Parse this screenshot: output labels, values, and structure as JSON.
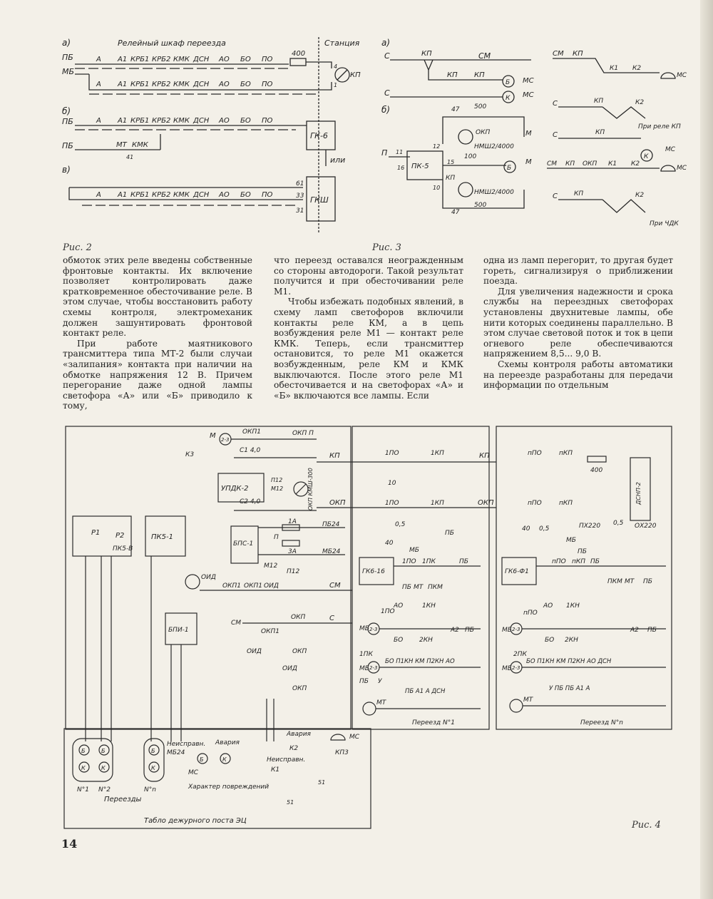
{
  "fig2": {
    "caption": "Рис. 2",
    "sub_a": "а)",
    "sub_b": "б)",
    "sub_v": "в)",
    "header_cabinet": "Релейный шкаф переезда",
    "header_station": "Станция",
    "bus_pb": "ПБ",
    "bus_mb": "МБ",
    "row_labels": [
      "А",
      "А1",
      "КРБ1",
      "КРБ2",
      "КМК",
      "ДСН",
      "АО",
      "БО",
      "ПО"
    ],
    "resistor": "400",
    "coil": "КП",
    "pin4": "4",
    "pin1": "1",
    "pb_b1": "ПБ",
    "pb_b2": "ПБ",
    "mt": "МТ",
    "kmk": "КМК",
    "pin41": "41",
    "gk6": "ГК-6",
    "ili": "или",
    "gksh": "ГКШ",
    "p61": "61",
    "p33": "33",
    "p31": "31"
  },
  "fig3": {
    "caption": "Рис. 3",
    "sub_a": "а)",
    "sub_b": "б)",
    "c1": "С",
    "kp1": "КП",
    "sm1": "СМ",
    "c2": "С",
    "kp2": "КП",
    "kp3": "КП",
    "b": "Б",
    "k": "К",
    "ms1": "МС",
    "ms2": "МС",
    "v47a": "47",
    "v500a": "500",
    "okp": "ОКП",
    "m1": "М",
    "nmsh1": "НМШ2/4000",
    "p": "П",
    "n11": "11",
    "n12": "12",
    "n16": "16",
    "pk5": "ПК-5",
    "n15": "15",
    "v100": "100",
    "n10": "10",
    "kp4": "КП",
    "m2": "М",
    "nmsh2": "НМШ2/4000",
    "v47b": "47",
    "v500b": "500",
    "r_sm": "СМ",
    "r_kp": "КП",
    "r_k1": "К1",
    "r_k2": "К2",
    "r_ms": "МС",
    "r_c": "С",
    "r_kp2": "КП",
    "r_k2b": "К2",
    "note_kp": "При реле КП",
    "r_c2": "С",
    "r_kp3": "КП",
    "r_k": "К",
    "r_ms2": "МС",
    "r_sm2": "СМ",
    "r_kp4": "КП",
    "r_okp": "ОКП",
    "r_k1b": "К1",
    "r_k2c": "К2",
    "r_ms3": "МС",
    "r_c3": "С",
    "r_kp5": "КП",
    "r_k2d": "К2",
    "note_chdk": "При ЧДК"
  },
  "text": {
    "col1": [
      "обмоток этих реле введены собственные фронтовые контакты. Их включение позволяет контролировать даже кратковременное обесточивание реле. В этом случае, чтобы восстановить работу схемы контроля, электромеханик должен зашунтировать фронтовой контакт реле.",
      "При работе маятникового трансмиттера типа МТ-2 были случаи «залипания» контакта при наличии на обмотке напряжения 12 В. Причем перегорание даже одной лампы светофора «А» или «Б» приводило к тому,"
    ],
    "col2": [
      "что переезд оставался неогражденным со стороны автодороги. Такой результат получится и при обесточивании реле М1.",
      "Чтобы избежать подобных явлений, в схему ламп светофоров включили контакты реле КМ, а в цепь возбуждения реле М1 — контакт реле КМК. Теперь, если трансмиттер остановится, то реле М1 окажется возбужденным, реле КМ и КМК выключаются. После этого реле М1 обесточивается и на светофорах «А» и «Б» включаются все лампы. Если"
    ],
    "col3": [
      "одна из ламп перегорит, то другая будет гореть, сигнализируя о приближении поезда.",
      "Для увеличения надежности и срока службы на переездных светофорах установлены двухнитевые лампы, обе нити которых соединены параллельно. В этом случае световой поток и ток в цепи огневого реле обеспечиваются напряжением 8,5... 9,0 В.",
      "Схемы контроля работы автоматики на переезде разработаны для передачи информации по отдельным"
    ]
  },
  "fig4": {
    "caption": "Рис. 4",
    "m": "М",
    "v23": "2-3",
    "okp1": "ОКП1",
    "okp_p": "ОКП П",
    "c1": "С1 4,0",
    "c2": "С2 4,0",
    "k3": "К3",
    "updk": "УПДК-2",
    "p12": "П12",
    "m12": "М12",
    "okp_kmsh": "ОКП КМШ-300",
    "r1": "Р1",
    "r2": "Р2",
    "pk5v": "ПК5-В",
    "pk51": "ПК5-1",
    "bps": "БПС-1",
    "v1a": "1А",
    "v3a": "3А",
    "p": "П",
    "m12b": "М12",
    "p12b": "П12",
    "pb24": "ПБ24",
    "mb24": "МБ24",
    "oid": "ОИД",
    "bpi": "БПИ-1",
    "okp1b": "ОКП1",
    "okp1c": "ОКП1",
    "oid2": "ОИД",
    "sm": "СМ",
    "c": "С",
    "okp2": "ОКП",
    "okp1d": "ОКП1",
    "oid3": "ОИД",
    "okp3": "ОКП",
    "okp4": "ОКП",
    "oid4": "ОИД",
    "kp_bus": "КП",
    "okp_bus": "ОКП",
    "s1_1po_a": "1ПО",
    "s1_1kp_a": "1КП",
    "s1_1po_b": "1ПО",
    "s1_1kp_b": "1КП",
    "s1_v10": "10",
    "s1_v05": "0,5",
    "s1_v40": "40",
    "s1_pb": "ПБ",
    "s1_mb": "МБ",
    "s1_gk": "ГК6-16",
    "s1_1po_c": "1ПО",
    "s1_1pk": "1ПК",
    "s1_pb2": "ПБ",
    "s1_pb3": "ПБ",
    "s1_mt": "МТ",
    "s1_pkm": "ПКМ",
    "s1_1po_d": "1ПО",
    "s1_ao": "АО",
    "s1_1kn": "1КН",
    "s1_bo": "БО",
    "s1_2kn": "2КН",
    "s1_a2": "А2",
    "s1_pb4": "ПБ",
    "s1_1pk2": "1ПК",
    "s1_row": "БО П1КН КМ П2КН АО",
    "s1_pb5": "ПБ",
    "s1_u": "У",
    "s1_row2": "ПБ А1 А ДСН",
    "s1_mt2": "МТ",
    "s1_mb2": "МБ",
    "s1_mb3": "МБ",
    "s1_title": "Переезд N°1",
    "sn_npo_a": "пПО",
    "sn_nkp_a": "пКП",
    "sn_npo_b": "пПО",
    "sn_nkp_b": "пКП",
    "sn_v400": "400",
    "sn_dsnp": "ДСНП-2",
    "sn_v40": "40",
    "sn_v05": "0,5",
    "sn_px220": "ПХ220",
    "sn_v05b": "0,5",
    "sn_ox220": "ОХ220",
    "sn_mb": "МБ",
    "sn_pb": "ПБ",
    "sn_gk": "ГК6-Ф1",
    "sn_npo_c": "пПО",
    "sn_nkp_c": "пКП",
    "sn_pb2": "ПБ",
    "sn_pkm": "ПКМ",
    "sn_mt": "МТ",
    "sn_pb3": "ПБ",
    "sn_npo_d": "пПО",
    "sn_ao": "АО",
    "sn_1kn": "1КН",
    "sn_bo": "БО",
    "sn_2kn": "2КН",
    "sn_a2": "А2",
    "sn_pb4": "ПБ",
    "sn_2pk": "2ПК",
    "sn_row": "БО П1КН КМ П2КН АО ДСН",
    "sn_row2": "У ПБ ПБ А1 А",
    "sn_mt2": "МТ",
    "sn_mb2": "МБ",
    "sn_mb3": "МБ",
    "sn_title": "Переезд N°n",
    "b_lbl": "Б",
    "k_lbl": "К",
    "n1": "N°1",
    "n2": "N°2",
    "nn": "N°n",
    "perezdy": "Переезды",
    "neispr": "Неисправн.",
    "mb24b": "МБ24",
    "avaria": "Авария",
    "ms": "МС",
    "harakter": "Характер повреждений",
    "avaria2": "Авария",
    "ms2": "МС",
    "k2": "К2",
    "kp3": "КП3",
    "neispr2": "Неисправн.",
    "k1": "К1",
    "v51": "51",
    "v51b": "51",
    "tablo": "Табло дежурного поста ЭЦ"
  },
  "page": {
    "number": "14"
  }
}
